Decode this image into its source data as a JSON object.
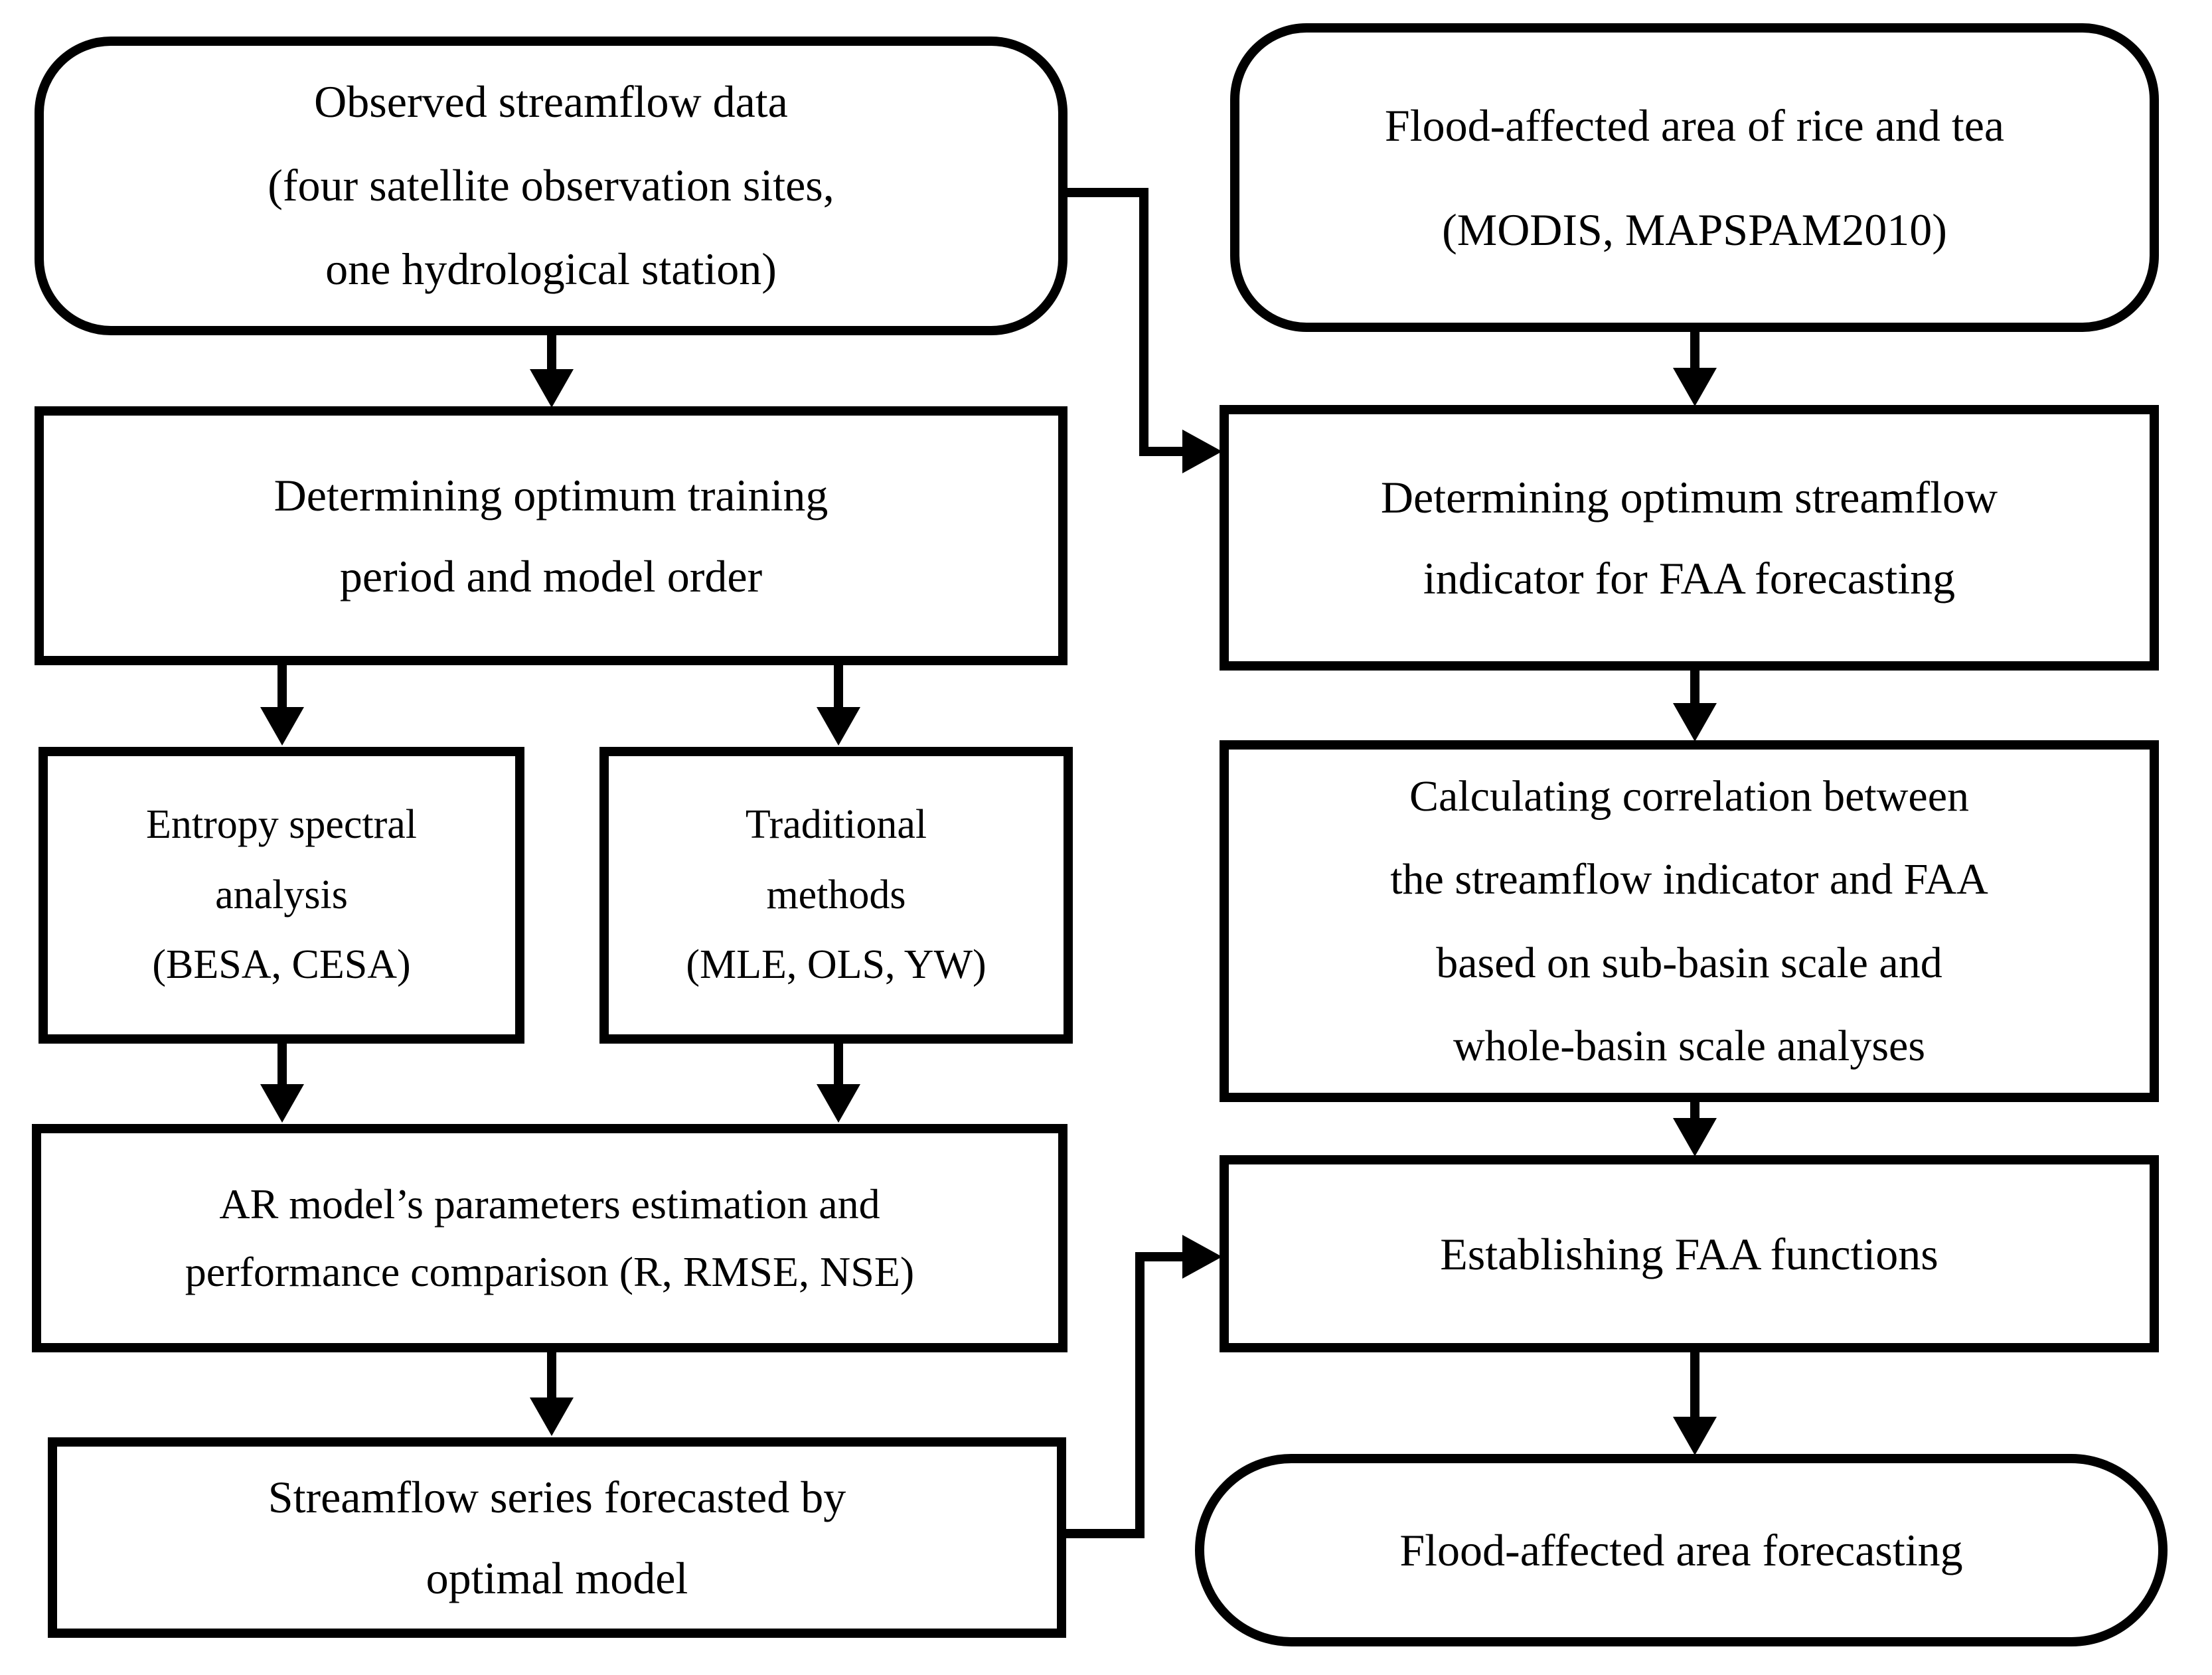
{
  "diagram": {
    "type": "flowchart",
    "colors": {
      "line": "#000000",
      "background": "#ffffff",
      "text": "#000000"
    }
  },
  "nodes": {
    "observed": {
      "shape": "rounded-rectangle",
      "lines": [
        "Observed streamflow data",
        "(four satellite observation sites,",
        "one hydrological station)"
      ]
    },
    "flood_area": {
      "shape": "rounded-rectangle",
      "lines": [
        "Flood-affected area of rice and tea",
        "(MODIS, MAPSPAM2010)"
      ]
    },
    "training": {
      "shape": "rectangle",
      "lines": [
        "Determining optimum training",
        "period and model order"
      ]
    },
    "entropy": {
      "shape": "rectangle",
      "lines": [
        "Entropy spectral",
        "analysis",
        "(BESA, CESA)"
      ]
    },
    "traditional": {
      "shape": "rectangle",
      "lines": [
        "Traditional",
        "methods",
        "(MLE, OLS, YW)"
      ]
    },
    "ar_model": {
      "shape": "rectangle",
      "lines": [
        "AR model’s parameters estimation and",
        "performance comparison (R, RMSE, NSE)"
      ]
    },
    "forecast_series": {
      "shape": "rectangle",
      "lines": [
        "Streamflow series forecasted by",
        "optimal model"
      ]
    },
    "indicator": {
      "shape": "rectangle",
      "lines": [
        "Determining optimum streamflow",
        "indicator for FAA forecasting"
      ]
    },
    "correlation": {
      "shape": "rectangle",
      "lines": [
        "Calculating correlation between",
        "the streamflow indicator and FAA",
        "based on sub-basin scale and",
        "whole-basin scale analyses"
      ]
    },
    "faa_functions": {
      "shape": "rectangle",
      "lines": [
        "Establishing FAA functions"
      ]
    },
    "faa_forecasting": {
      "shape": "stadium",
      "lines": [
        "Flood-affected area forecasting"
      ]
    }
  },
  "edges": [
    {
      "from": "observed",
      "to": "training"
    },
    {
      "from": "observed",
      "to": "indicator"
    },
    {
      "from": "training",
      "to": "entropy"
    },
    {
      "from": "training",
      "to": "traditional"
    },
    {
      "from": "entropy",
      "to": "ar_model"
    },
    {
      "from": "traditional",
      "to": "ar_model"
    },
    {
      "from": "ar_model",
      "to": "forecast_series"
    },
    {
      "from": "forecast_series",
      "to": "faa_functions"
    },
    {
      "from": "flood_area",
      "to": "indicator"
    },
    {
      "from": "indicator",
      "to": "correlation"
    },
    {
      "from": "correlation",
      "to": "faa_functions"
    },
    {
      "from": "faa_functions",
      "to": "faa_forecasting"
    }
  ]
}
